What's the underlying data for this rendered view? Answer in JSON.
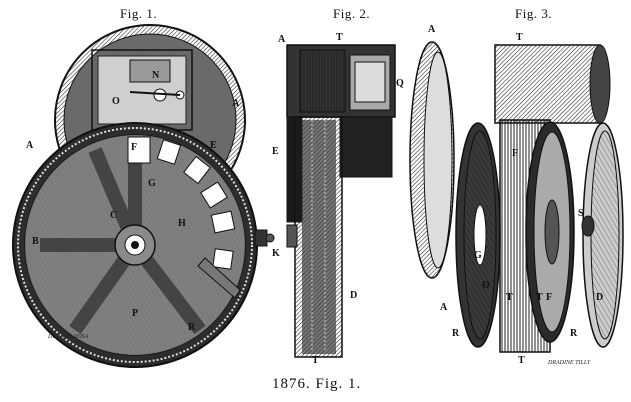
{
  "figure_labels": {
    "fig1": "Fig. 1.",
    "fig2": "Fig. 2.",
    "fig3": "Fig. 3."
  },
  "caption": "1876. Fig. 1.",
  "signatures": {
    "left": "DURAND VOSA",
    "right": "DRADINE TILLY"
  },
  "part_letters": {
    "fig1": [
      "A",
      "A",
      "N",
      "O",
      "F",
      "E",
      "B",
      "K",
      "P",
      "R",
      "G",
      "H",
      "C"
    ],
    "fig2": [
      "A",
      "T",
      "E",
      "Q",
      "D",
      "T"
    ],
    "fig3": [
      "A",
      "T",
      "A",
      "R",
      "T",
      "F",
      "T",
      "F",
      "S",
      "D",
      "R",
      "T",
      "G",
      "O"
    ]
  }
}
